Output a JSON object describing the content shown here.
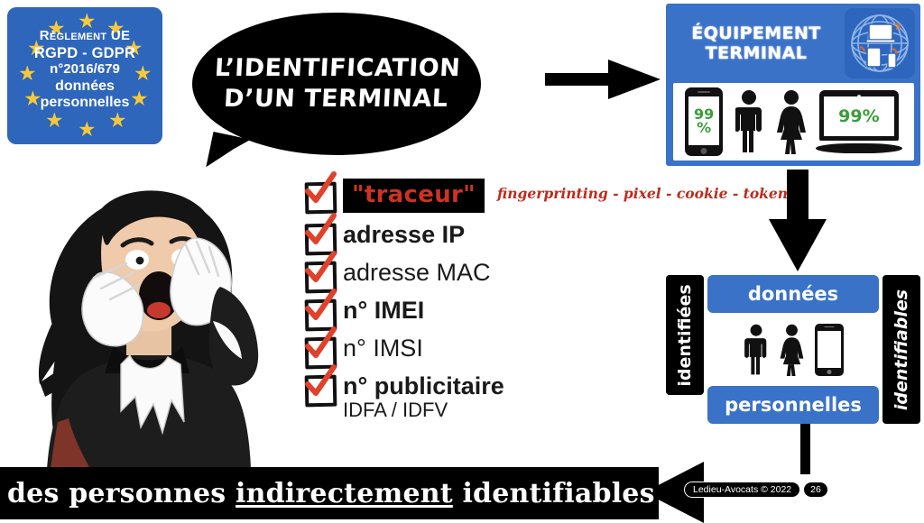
{
  "eu_badge": {
    "line1": "Règlement UE",
    "line2": "RGPD - GDPR",
    "line3": "n°2016/679",
    "line4": "données",
    "line5": "personnelles",
    "bg_color": "#2e66bb",
    "star_color": "#f5c93b"
  },
  "bubble": {
    "line1": "L’IDENTIFICATION",
    "line2": "D’UN TERMINAL"
  },
  "equipment": {
    "title_line1": "ÉQUIPEMENT",
    "title_line2": "TERMINAL",
    "globe_icon": "globe-devices-icon",
    "phone_value": "99\n%",
    "phone_value_line1": "99",
    "phone_value_line2": "%",
    "laptop_value": "99%",
    "accent_color": "#3a72c8",
    "value_color": "#3a9e3a"
  },
  "checklist": {
    "items": [
      {
        "label": "\"traceur\"",
        "style": "highlight",
        "annotation": "fingerprinting - pixel - cookie - token",
        "checked": true
      },
      {
        "label": "adresse IP",
        "style": "bold",
        "annotation": "",
        "checked": true
      },
      {
        "label": "adresse MAC",
        "style": "regular",
        "annotation": "",
        "checked": true
      },
      {
        "label": "n° IMEI",
        "style": "bold",
        "annotation": "",
        "checked": true
      },
      {
        "label": "n° IMSI",
        "style": "regular",
        "annotation": "",
        "checked": true
      },
      {
        "label": "n° publicitaire",
        "style": "bold",
        "annotation": "",
        "checked": true,
        "sublabel": "IDFA / IDFV"
      }
    ],
    "check_color": "#e0412a"
  },
  "data_diagram": {
    "left_label": "identifiées",
    "right_label": "identifiables",
    "top_label": "données",
    "bottom_label": "personnelles",
    "accent_color": "#3a72c8"
  },
  "bottom": {
    "text_part1": "des personnes ",
    "text_underlined": "indirectement",
    "text_part2": " identifiables"
  },
  "credit": {
    "author": "Ledieu-Avocats © 2022",
    "page": "26"
  }
}
